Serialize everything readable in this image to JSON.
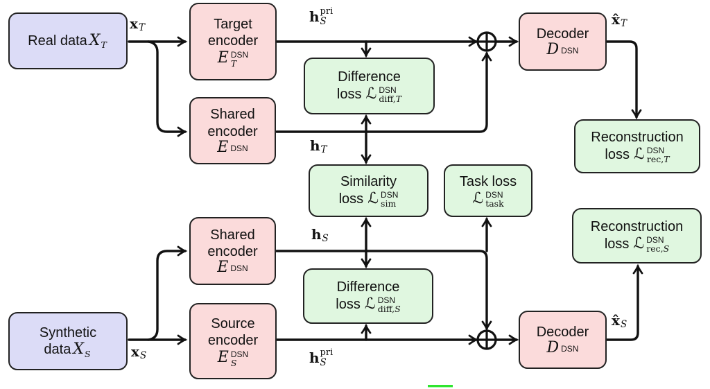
{
  "figure": {
    "colors": {
      "data_box_fill": "#dcdcf7",
      "encoder_box_fill": "#fbdbdb",
      "loss_box_fill": "#e0f7e0",
      "box_border": "#222222",
      "line_color": "#111111",
      "green_dash": "#2fe52f"
    },
    "nodes": {
      "real_data": {
        "text": "Real data",
        "math": {
          "base": "X",
          "sub_it": "T"
        }
      },
      "target_encoder": {
        "line1": "Target",
        "line2": "encoder",
        "math": {
          "base": "E",
          "sup": "DSN",
          "sub_it": "T"
        }
      },
      "shared_encoder_top": {
        "line1": "Shared",
        "line2": "encoder",
        "math": {
          "base": "E",
          "sup": "DSN"
        }
      },
      "difference_loss_target": {
        "line1": "Difference",
        "loss_word": "loss",
        "math": {
          "base": "ℒ",
          "sup": "DSN",
          "sub_rm": "diff,",
          "sub_it": "T"
        }
      },
      "decoder_target": {
        "line1": "Decoder",
        "math": {
          "base": "D",
          "sup": "DSN"
        }
      },
      "reconstruction_loss_target": {
        "line1": "Reconstruction",
        "loss_word": "loss",
        "math": {
          "base": "ℒ",
          "sup": "DSN",
          "sub_rm": "rec,",
          "sub_it": "T"
        }
      },
      "similarity_loss": {
        "line1": "Similarity",
        "loss_word": "loss",
        "math": {
          "base": "ℒ",
          "sup": "DSN",
          "sub_rm": "sim"
        }
      },
      "task_loss": {
        "line1": "Task loss",
        "math": {
          "base": "ℒ",
          "sup": "DSN",
          "sub_rm": "task"
        }
      },
      "shared_encoder_bottom": {
        "line1": "Shared",
        "line2": "encoder",
        "math": {
          "base": "E",
          "sup": "DSN"
        }
      },
      "source_encoder": {
        "line1": "Source",
        "line2": "encoder",
        "math": {
          "base": "E",
          "sup": "DSN",
          "sub_it": "S"
        }
      },
      "difference_loss_source": {
        "line1": "Difference",
        "loss_word": "loss",
        "math": {
          "base": "ℒ",
          "sup": "DSN",
          "sub_rm": "diff,",
          "sub_it": "S"
        }
      },
      "decoder_source": {
        "line1": "Decoder",
        "math": {
          "base": "D",
          "sup": "DSN"
        }
      },
      "reconstruction_loss_source": {
        "line1": "Reconstruction",
        "loss_word": "loss",
        "math": {
          "base": "ℒ",
          "sup": "DSN",
          "sub_rm": "rec,",
          "sub_it": "S"
        }
      },
      "synthetic_data": {
        "line1": "Synthetic",
        "line2_prefix": "data",
        "math": {
          "base": "X",
          "sub_it": "S"
        }
      }
    },
    "edge_labels": {
      "x_T": {
        "base": "x",
        "sub_it": "T"
      },
      "h_S_pri_top": {
        "base": "h",
        "sup": "pri",
        "sub_it": "S"
      },
      "h_T": {
        "base": "h",
        "sub_it": "T"
      },
      "h_S": {
        "base": "h",
        "sub_it": "S"
      },
      "x_S": {
        "base": "x",
        "sub_it": "S"
      },
      "h_S_pri_bottom": {
        "base": "h",
        "sup": "pri",
        "sub_it": "S"
      },
      "xhat_T": {
        "base": "x̂",
        "sub_it": "T"
      },
      "xhat_S": {
        "base": "x̂",
        "sub_it": "S"
      },
      "merge_symbol": "⊕"
    }
  }
}
